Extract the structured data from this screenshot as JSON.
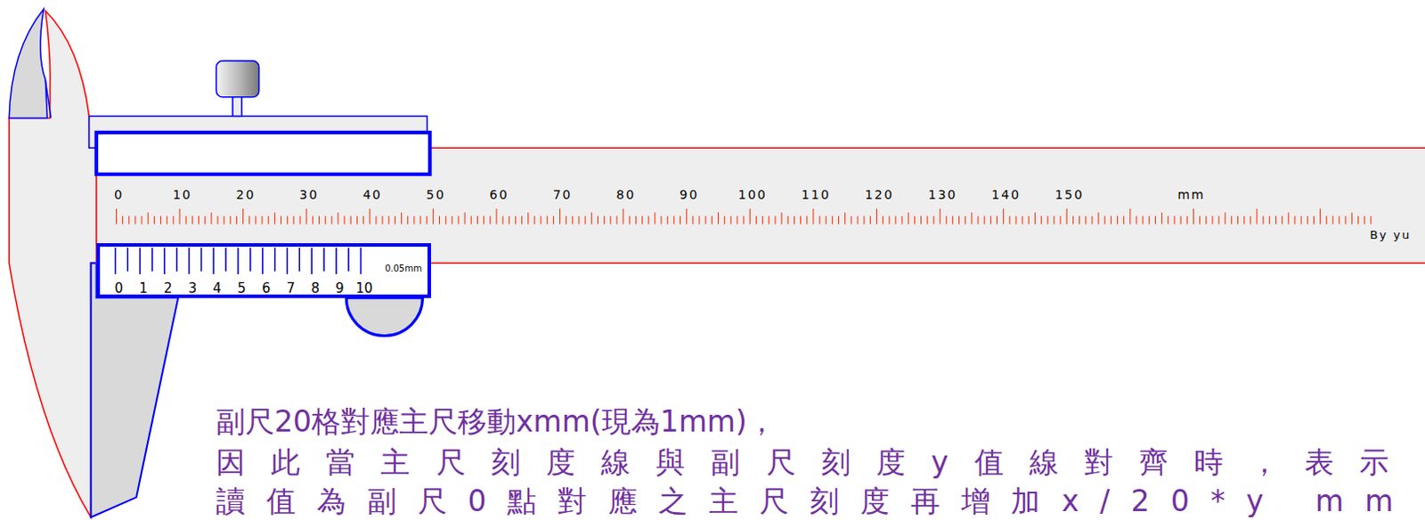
{
  "diagram": {
    "nodes": [
      {
        "text": [
          "0",
          "10",
          "20",
          "30",
          "40",
          "50",
          "60",
          "70",
          "80",
          "90",
          "100",
          "110",
          "120",
          "130",
          "140",
          "150",
          "mm",
          "By yu"
        ]
      },
      {
        "text": [
          "0",
          "1",
          "2",
          "3",
          "4",
          "5",
          "6",
          "7",
          "8",
          "9",
          "10",
          "0.05mm"
        ]
      }
    ],
    "labels": [
      "副尺20格對應主尺移動xmm(現為1mm)，",
      "因此當主尺刻度線與副尺刻度y值線對齊時，表示",
      "讀值為副尺0點對應之主尺刻度再增加x/20*y mm"
    ]
  }
}
